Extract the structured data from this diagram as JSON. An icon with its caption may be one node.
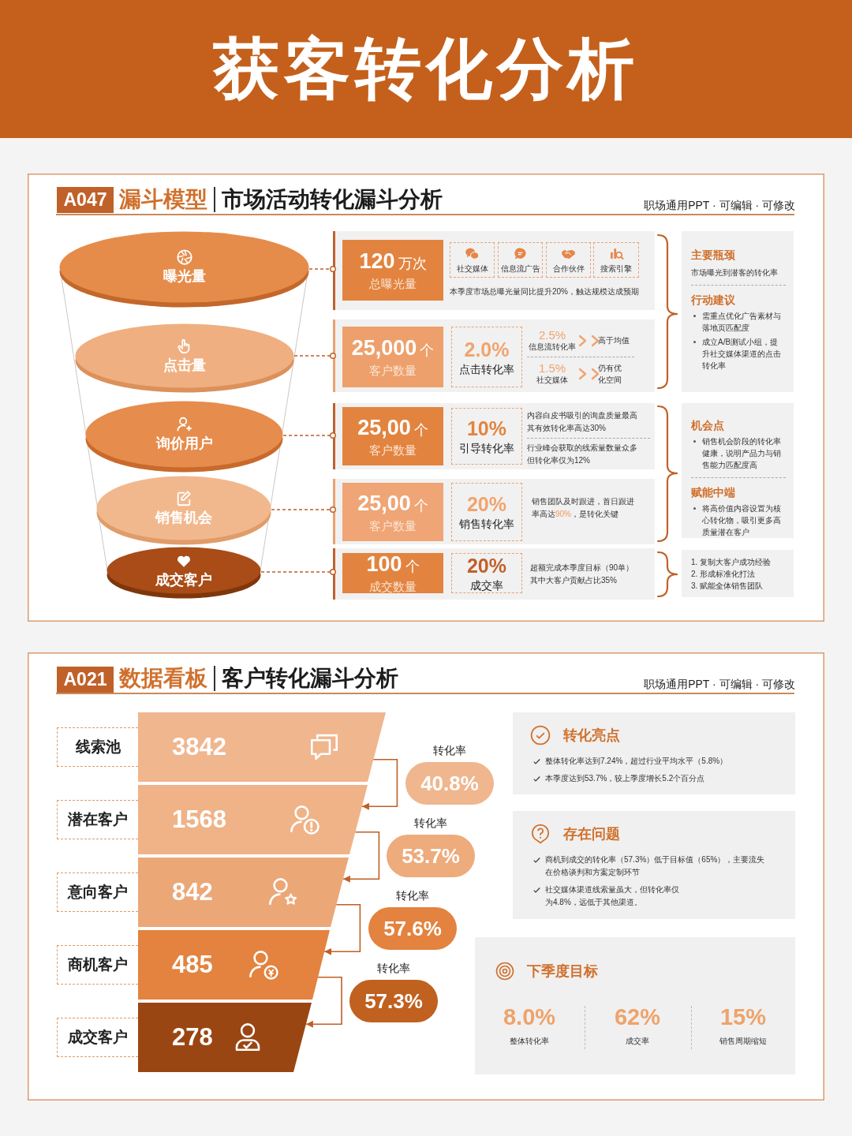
{
  "diagram": {
    "title": "获客转化分析",
    "nodes": [
      {
        "text": [
          "漏斗模型",
          "市场活动转化漏斗分析",
          "职场通用PPT · 可编辑 · 可修改"
        ]
      },
      {
        "text": [
          "A047"
        ],
        "in": 0
      },
      {
        "text": [
          "曝光量"
        ],
        "in": 0
      },
      {
        "text": [
          "点击量"
        ],
        "in": 0
      },
      {
        "text": [
          "询价用户"
        ],
        "in": 0
      },
      {
        "text": [
          "销售机会"
        ],
        "in": 0
      },
      {
        "text": [
          "成交客户"
        ],
        "in": 0
      },
      {
        "text": [
          "本季度市场总曝光量同比提升20%，触达规模达成预期"
        ],
        "in": 0
      },
      {
        "text": [
          "120万次",
          "总曝光量"
        ],
        "in": 7
      },
      {
        "text": [
          "社交媒体"
        ],
        "in": 7
      },
      {
        "text": [
          "信息流广告"
        ],
        "in": 7
      },
      {
        "text": [
          "合作伙伴"
        ],
        "in": 7
      },
      {
        "text": [
          "搜索引擎"
        ],
        "in": 7
      },
      {
        "text": [],
        "shape": "box",
        "in": 0
      },
      {
        "text": [
          "25,000个",
          "客户数量"
        ],
        "in": 13
      },
      {
        "text": [
          "2.0%",
          "点击转化率"
        ],
        "in": 13
      },
      {
        "text": [
          "2.5%",
          "信息流转化率"
        ],
        "in": 13
      },
      {
        "text": [
          "高于均值"
        ],
        "in": 13
      },
      {
        "text": [
          "1.5%",
          "社交媒体"
        ],
        "in": 13
      },
      {
        "text": [
          "仍有优化空间"
        ],
        "in": 13
      },
      {
        "text": [
          "内容白皮书吸引的询盘质量最高其有效转化率高达30%",
          "行业峰会获取的线索量数量众多但转化率仅为12%"
        ],
        "in": 0
      },
      {
        "text": [
          "25,00个",
          "客户数量"
        ],
        "in": 20
      },
      {
        "text": [
          "10%",
          "引导转化率"
        ],
        "in": 20
      },
      {
        "text": [
          "销售团队及时跟进，首日跟进率高达**90%**，是转化关键"
        ],
        "in": 0
      },
      {
        "text": [
          "25,00个",
          "客户数量"
        ],
        "in": 23
      },
      {
        "text": [
          "20%",
          "销售转化率"
        ],
        "in": 23
      },
      {
        "text": [
          "超额完成本季度目标（90单）其中大客户贡献占比35%"
        ],
        "in": 0
      },
      {
        "text": [
          "100个",
          "成交数量"
        ],
        "in": 26
      },
      {
        "text": [
          "20%",
          "成交率"
        ],
        "in": 26
      },
      {
        "text": [
          "主要瓶颈",
          "市场曝光到潜客的转化率",
          "行动建议",
          "需重点优化广告素材与落地页匹配度",
          "成立A/B测试小组，提升社交媒体渠道的点击转化率"
        ],
        "in": 0
      },
      {
        "text": [
          "机会点",
          "销售机会阶段的转化率健康，说明产品力与销售能力匹配度高",
          "赋能中端",
          "将高价值内容设置为核心转化物，吸引更多高质量潜在客户"
        ],
        "in": 0
      },
      {
        "text": [
          "1. 复制大客户成功经验",
          "2. 形成标准化打法",
          "3. 赋能全体销售团队"
        ],
        "in": 0
      },
      {
        "text": [
          "数据看板",
          "客户转化漏斗分析",
          "职场通用PPT · 可编辑 · 可修改"
        ]
      },
      {
        "text": [
          "A021"
        ],
        "in": 32
      },
      {
        "text": [
          "线索池"
        ],
        "in": 32
      },
      {
        "text": [
          "3842"
        ],
        "in": 32
      },
      {
        "text": [
          "潜在客户"
        ],
        "in": 32
      },
      {
        "text": [
          "1568"
        ],
        "in": 32
      },
      {
        "text": [
          "意向客户"
        ],
        "in": 32
      },
      {
        "text": [
          "842"
        ],
        "in": 32
      },
      {
        "text": [
          "商机客户"
        ],
        "in": 32
      },
      {
        "text": [
          "485"
        ],
        "in": 32
      },
      {
        "text": [
          "成交客户"
        ],
        "in": 32
      },
      {
        "text": [
          "278"
        ],
        "in": 32
      },
      {
        "text": [
          "40.8%"
        ],
        "beside": [
          "转化率"
        ],
        "in": 32
      },
      {
        "text": [
          "53.7%"
        ],
        "beside": [
          "转化率"
        ],
        "in": 32
      },
      {
        "text": [
          "57.6%"
        ],
        "beside": [
          "转化率"
        ],
        "in": 32
      },
      {
        "text": [
          "57.3%"
        ],
        "beside": [
          "转化率"
        ],
        "in": 32
      },
      {
        "text": [
          "转化亮点",
          "整体转化率达到7.24%，超过行业平均水平（5.8%）",
          "本季度达到53.7%，较上季度增长5.2个百分点"
        ],
        "in": 32
      },
      {
        "text": [
          "存在问题",
          "商机到成交的转化率（57.3%）低于目标值（65%），主要流失在价格谈判和方案定制环节",
          "社交媒体渠道线索量虽大，但转化率仅为4.8%，远低于其他渠道。"
        ],
        "in": 32
      },
      {
        "text": [
          "下季度目标",
          "8.0%",
          "整体转化率",
          "62%",
          "成交率",
          "15%",
          "销售周期缩短"
        ],
        "in": 32
      }
    ],
    "edges": [
      {
        "from": 2,
        "to": 7,
        "arrow": "other",
        "style": "dashed"
      },
      {
        "from": 3,
        "to": 13,
        "arrow": "other",
        "style": "dashed"
      },
      {
        "from": 4,
        "to": 20,
        "arrow": "other",
        "style": "dashed"
      },
      {
        "from": 5,
        "to": 23,
        "arrow": "other",
        "style": "dashed"
      },
      {
        "from": 6,
        "to": 26,
        "arrow": "other",
        "style": "dashed"
      },
      {
        "from": 16,
        "to": 17,
        "arrow": "to",
        "color": "#f2a46e"
      },
      {
        "from": 18,
        "to": 19,
        "arrow": "to",
        "color": "#f2a46e"
      },
      {
        "from": 35,
        "to": 37,
        "arrow": "to"
      },
      {
        "from": 37,
        "to": 39,
        "arrow": "to"
      },
      {
        "from": 39,
        "to": 41,
        "arrow": "to"
      },
      {
        "from": 41,
        "to": 43,
        "arrow": "to"
      }
    ]
  }
}
